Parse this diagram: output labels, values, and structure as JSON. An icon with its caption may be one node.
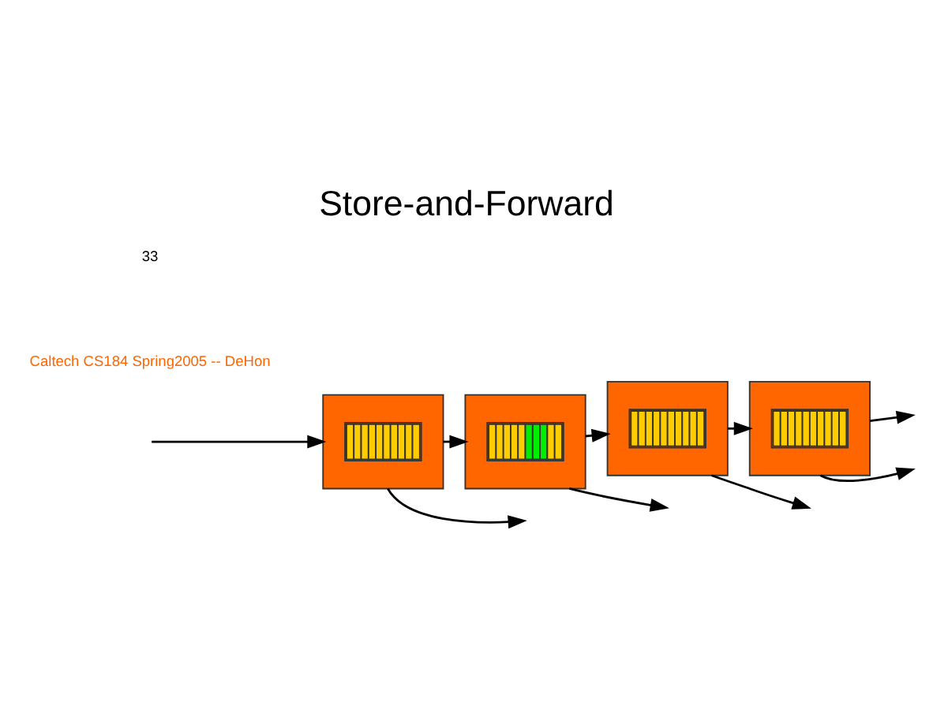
{
  "diagram": {
    "title": "Store-and-Forward",
    "nodes": [
      {
        "text": [],
        "shape": "box"
      },
      {
        "text": [],
        "shape": "bar",
        "in": 0
      },
      {
        "text": [],
        "shape": "box"
      },
      {
        "text": [],
        "shape": "bar",
        "in": 2
      },
      {
        "text": [],
        "shape": "box"
      },
      {
        "text": [],
        "shape": "bar",
        "in": 4
      },
      {
        "text": [],
        "shape": "box"
      },
      {
        "text": [],
        "shape": "bar",
        "in": 6
      }
    ],
    "edges": [
      {
        "from": null,
        "to": 0,
        "arrow": "to"
      },
      {
        "from": 0,
        "to": 2,
        "arrow": "to"
      },
      {
        "from": 2,
        "to": 4,
        "arrow": "to"
      },
      {
        "from": 4,
        "to": 6,
        "arrow": "to"
      },
      {
        "from": 6,
        "to": null,
        "arrow": "to"
      },
      {
        "from": 0,
        "to": null,
        "arrow": "to"
      },
      {
        "from": 2,
        "to": null,
        "arrow": "to"
      },
      {
        "from": 4,
        "to": null,
        "arrow": "to"
      },
      {
        "from": 6,
        "to": null,
        "arrow": "to"
      }
    ],
    "labels": [
      "Caltech CS184 Spring2005 -- DeHon",
      "33"
    ]
  }
}
